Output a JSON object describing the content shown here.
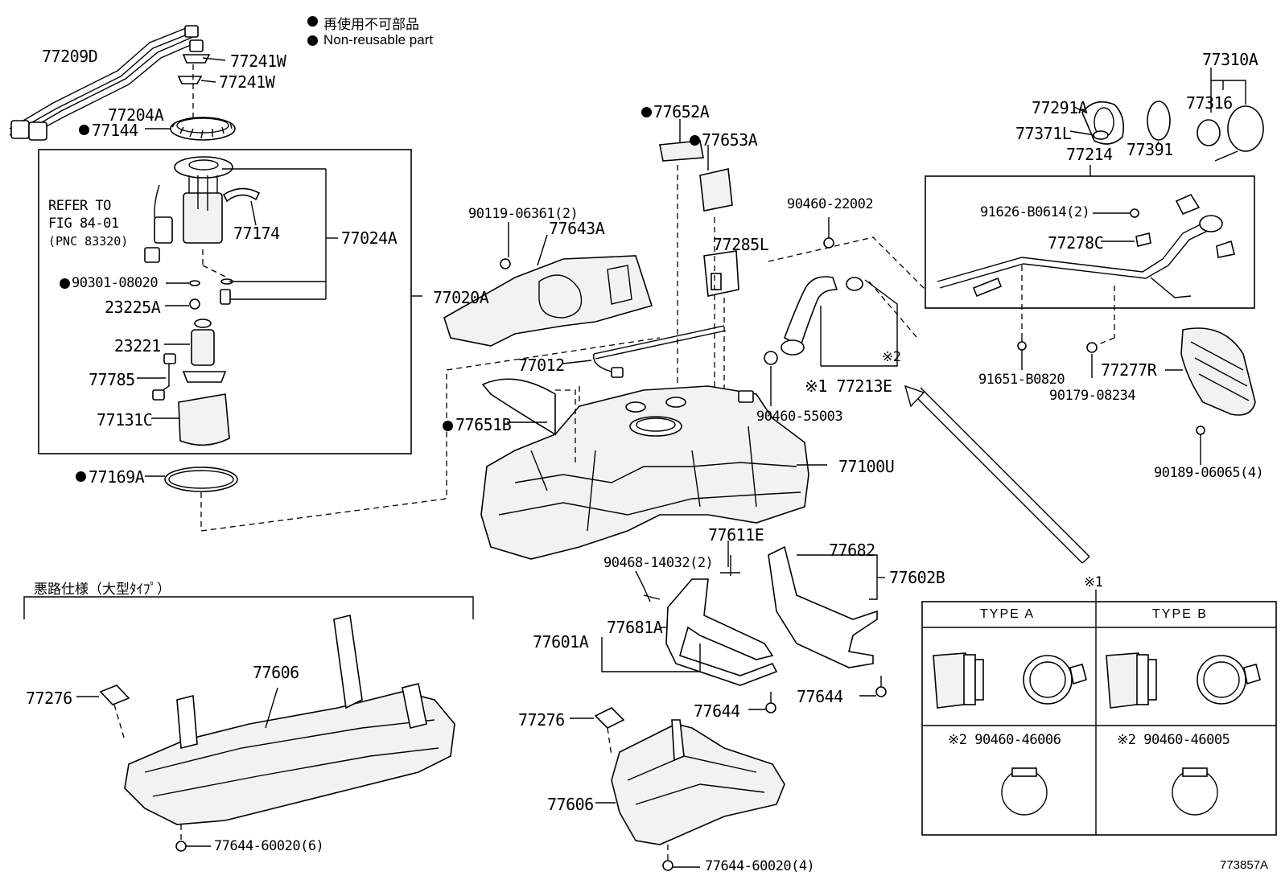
{
  "legend": {
    "line1": "再使用不可部品",
    "line2": "Non-reusable part"
  },
  "refer": {
    "line1": "REFER TO",
    "line2": "FIG 84-01",
    "line3": "(PNC 83320)"
  },
  "variant_label": "悪路仕様（大型ﾀｲﾌﾟ）",
  "table": {
    "type_a": "TYPE  A",
    "type_b": "TYPE  B",
    "clamp_a": "※2 90460-46006",
    "clamp_b": "※2 90460-46005"
  },
  "marks": {
    "mark1": "※1",
    "mark2": "※2"
  },
  "figure_id": "773857A",
  "parts": {
    "p77209D": "77209D",
    "p77241W_a": "77241W",
    "p77241W_b": "77241W",
    "p77204A": "77204A",
    "p77144": "77144",
    "p77174": "77174",
    "p77024A": "77024A",
    "p90301": "90301-08020",
    "p23225A": "23225A",
    "p23221": "23221",
    "p77785": "77785",
    "p77131C": "77131C",
    "p77020A": "77020A",
    "p77169A": "77169A",
    "p77652A": "77652A",
    "p77653A": "77653A",
    "p90119": "90119-06361(2)",
    "p77643A": "77643A",
    "p77285L": "77285L",
    "p90460_22002": "90460-22002",
    "p77012": "77012",
    "p77651B": "77651B",
    "p77213E": "※1 77213E",
    "p90460_55003": "90460-55003",
    "p77100U": "77100U",
    "p77611E": "77611E",
    "p90468": "90468-14032(2)",
    "p77682": "77682",
    "p77602B": "77602B",
    "p77601A": "77601A",
    "p77681A": "77681A",
    "p77644_a": "77644",
    "p77644_b": "77644",
    "p77276_a": "77276",
    "p77276_b": "77276",
    "p77606_a": "77606",
    "p77606_b": "77606",
    "p77644_60020_6": "77644-60020(6)",
    "p77644_60020_4": "77644-60020(4)",
    "p77310A": "77310A",
    "p77291A": "77291A",
    "p77316": "77316",
    "p77371L": "77371L",
    "p77391": "77391",
    "p77214": "77214",
    "p91626": "91626-B0614(2)",
    "p77278C": "77278C",
    "p91651": "91651-B0820",
    "p90179": "90179-08234",
    "p77277R": "77277R",
    "p90189": "90189-06065(4)"
  }
}
